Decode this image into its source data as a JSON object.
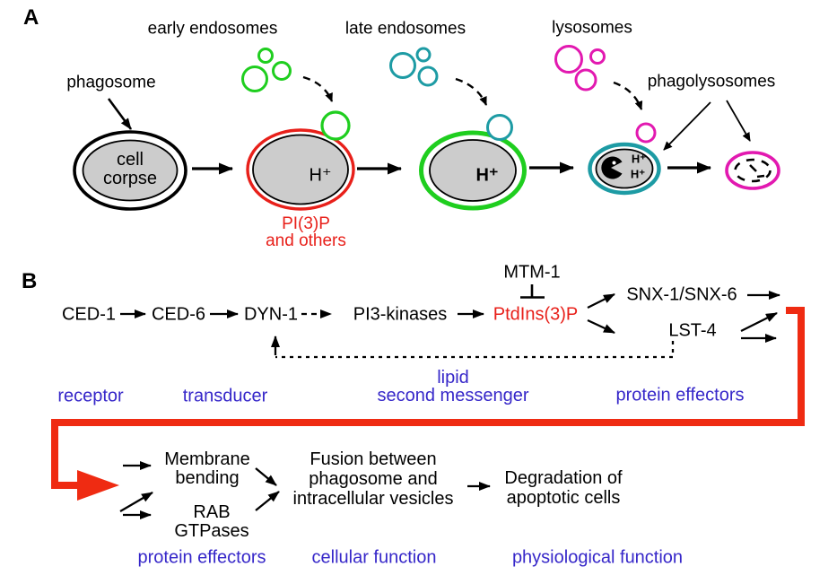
{
  "colors": {
    "green": "#1fce1f",
    "teal": "#1d9ba4",
    "magenta": "#e219b0",
    "red": "#e8201a",
    "red_arrow": "#ef2b12",
    "blue": "#3627c9",
    "gray_fill": "#cccccc"
  },
  "panelA": {
    "letter": "A",
    "labels": {
      "phagosome": "phagosome",
      "early_endosomes": "early endosomes",
      "late_endosomes": "late endosomes",
      "lysosomes": "lysosomes",
      "phagolysosomes": "phagolysosomes"
    },
    "cell_corpse": {
      "line1": "cell",
      "line2": "corpse"
    },
    "h_plus": "H⁺",
    "pi3p": {
      "line1": "PI(3)P",
      "line2": "and others"
    }
  },
  "panelB": {
    "letter": "B",
    "nodes": {
      "ced1": "CED-1",
      "ced6": "CED-6",
      "dyn1": "DYN-1",
      "pi3_kinases": "PI3-kinases",
      "mtm1": "MTM-1",
      "ptdins3p": "PtdIns(3)P",
      "snx": "SNX-1/SNX-6",
      "lst4": "LST-4"
    },
    "categories_top": {
      "receptor": "receptor",
      "transducer": "transducer",
      "lipid_line1": "lipid",
      "lipid_line2": "second messenger",
      "protein_effectors": "protein effectors"
    },
    "outcomes": {
      "membrane_line1": "Membrane",
      "membrane_line2": "bending",
      "rab_line1": "RAB",
      "rab_line2": "GTPases",
      "fusion_line1": "Fusion between",
      "fusion_line2": "phagosome and",
      "fusion_line3": "intracellular vesicles",
      "degradation_line1": "Degradation of",
      "degradation_line2": "apoptotic cells"
    },
    "categories_bottom": {
      "protein_effectors": "protein effectors",
      "cellular_function": "cellular function",
      "physiological_function": "physiological function"
    }
  }
}
